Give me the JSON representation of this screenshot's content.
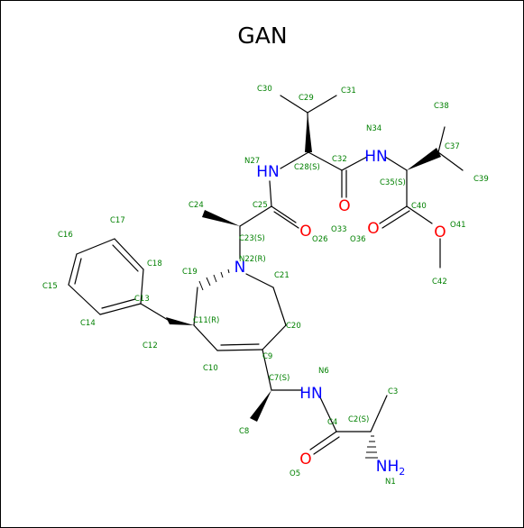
{
  "title": "GAN",
  "colors": {
    "carbon": "#000000",
    "nitrogen": "#0000ff",
    "oxygen": "#ff0000",
    "label": "#008000"
  },
  "heteroatoms": {
    "HN_28": "HN",
    "HN_35": "HN",
    "N_ring": "N",
    "HN_7": "HN",
    "NH2": "NH",
    "NH2_sub": "2",
    "O_32": "O",
    "O_25": "O",
    "O_40": "O",
    "O_41": "O",
    "O_4": "O"
  },
  "atom_labels": {
    "C30": "C30",
    "C29": "C29",
    "C31": "C31",
    "N34": "N34",
    "C38": "C38",
    "C37": "C37",
    "C39": "C39",
    "N27": "N27",
    "C28S": "C28(S)",
    "C32": "C32",
    "C35S": "C35(S)",
    "C40": "C40",
    "C24": "C24",
    "C25": "C25",
    "C23S": "C23(S)",
    "O26": "O26",
    "O33": "O33",
    "O36": "O36",
    "O41": "O41",
    "C17": "C17",
    "C16": "C16",
    "C18": "C18",
    "N22R": "N22(R)",
    "C19": "C19",
    "C21": "C21",
    "C15": "C15",
    "C13": "C13",
    "C42": "C42",
    "C14": "C14",
    "C11R": "C11(R)",
    "C20": "C20",
    "C12": "C12",
    "C9": "C9",
    "C10": "C10",
    "N6": "N6",
    "C7S": "C7(S)",
    "C3": "C3",
    "C2S": "C2(S)",
    "C4": "C4",
    "C8": "C8",
    "O5": "O5",
    "N1": "N1"
  }
}
